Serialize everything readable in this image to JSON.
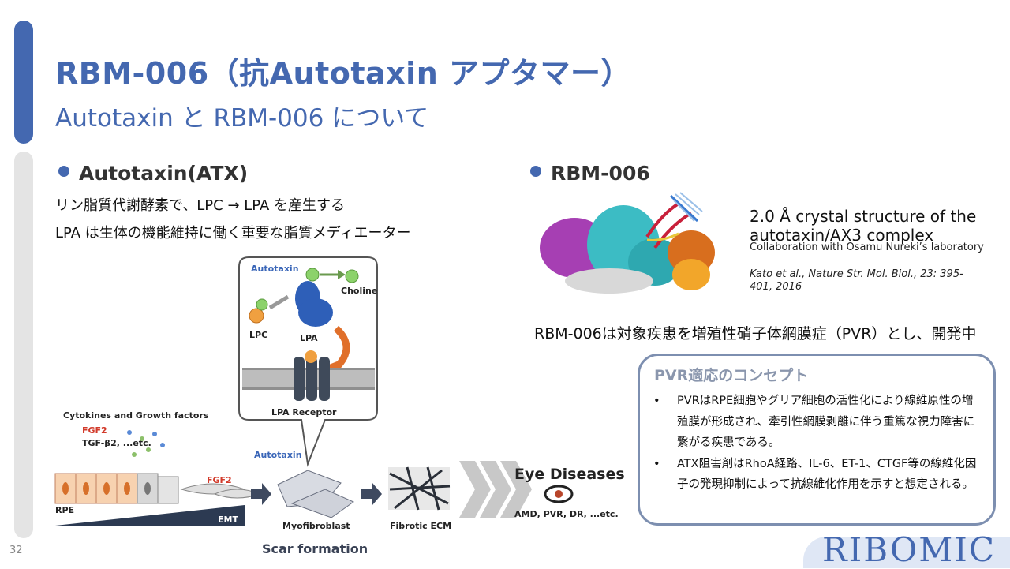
{
  "slide": {
    "title": "RBM-006（抗Autotaxin アプタマー）",
    "subtitle": "Autotaxin と RBM-006 について",
    "page_number": "32",
    "logo": "RIBOMIC"
  },
  "left_section": {
    "heading": "Autotaxin(ATX)",
    "lines": [
      "リン脂質代謝酵素で、LPC → LPA を産生する",
      "LPA は生体の機能維持に働く重要な脂質メディエーター"
    ]
  },
  "figure": {
    "inset_title": "Autotaxin",
    "choline": "Choline",
    "lpc": "LPC",
    "lpa": "LPA",
    "receptor": "LPA Receptor",
    "cytokines": "Cytokines and Growth factors",
    "fgf2": "FGF2",
    "tgf": "TGF-β2, ...etc.",
    "fgf2_cell": "FGF2",
    "rpe": "RPE",
    "emt": "EMT",
    "autotaxin_label": "Autotaxin",
    "myofibroblast": "Myofibroblast",
    "fibrotic_ecm": "Fibrotic ECM",
    "eye_diseases": "Eye Diseases",
    "diseases_list": "AMD, PVR, DR, ...etc.",
    "scar_formation": "Scar formation"
  },
  "right_section": {
    "heading": "RBM-006",
    "crystal_title": "2.0 Å crystal structure of the autotaxin/AX3 complex",
    "collaboration": "Collaboration with Osamu Nureki’s laboratory",
    "citation": "Kato et al., Nature Str. Mol. Biol., 23: 395-401, 2016",
    "development": "RBM-006は対象疾患を増殖性硝子体網膜症（PVR）とし、開発中"
  },
  "pvr_box": {
    "title": "PVR適応のコンセプト",
    "items": [
      "PVRはRPE細胞やグリア細胞の活性化により線維原性の増殖膜が形成され、牽引性網膜剥離に伴う重篤な視力障害に繋がる疾患である。",
      "ATX阻害剤はRhoA経路、IL-6、ET-1、CTGF等の線維化因子の発現抑制によって抗線維化作用を示すと想定される。"
    ],
    "bullet": "•"
  },
  "colors": {
    "accent": "#4468b0",
    "box_border": "#7d8fb0",
    "inset_title": "#3a66b8",
    "fgf2": "#d23a2a"
  }
}
